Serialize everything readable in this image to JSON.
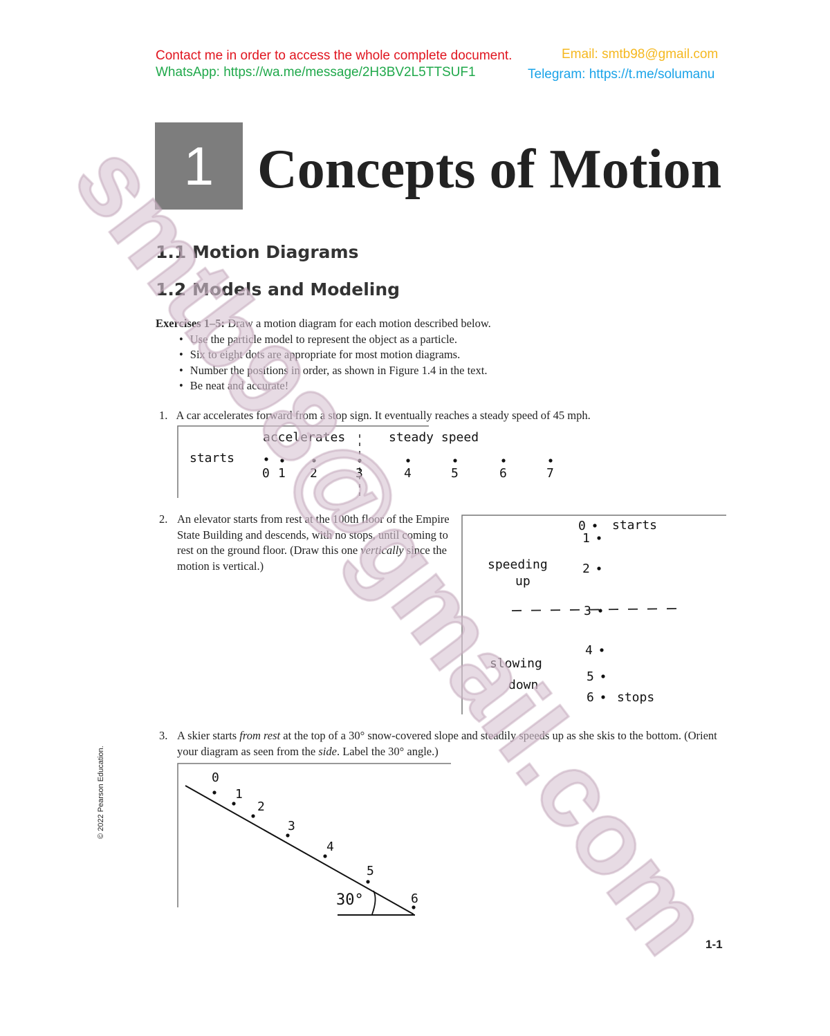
{
  "header": {
    "contact": "Contact me in order to access the whole complete document.",
    "email": "Email: smtb98@gmail.com",
    "whatsapp": "WhatsApp: https://wa.me/message/2H3BV2L5TTSUF1",
    "telegram": "Telegram: https://t.me/solumanu",
    "colors": {
      "contact": "#e0141e",
      "email": "#f5b820",
      "whatsapp": "#1fa84a",
      "telegram": "#1aa3e8"
    }
  },
  "watermark": "smtb98@gmail.com",
  "chapter": {
    "number": "1",
    "title": "Concepts of Motion"
  },
  "sections": [
    "1.1  Motion Diagrams",
    "1.2  Models and Modeling"
  ],
  "exercises": {
    "intro_bold": "Exercises 1–5:",
    "intro_text": " Draw a motion diagram for each motion described below.",
    "bullets": [
      "Use the particle model to represent the object as a particle.",
      "Six to eight dots are appropriate for most motion diagrams.",
      "Number the positions in order, as shown in Figure 1.4 in the text.",
      "Be neat and accurate!"
    ]
  },
  "problems": [
    {
      "number": "1.",
      "text": "A car accelerates forward from a stop sign. It eventually reaches a steady speed of 45 mph.",
      "sketch": {
        "labels": [
          "accelerates",
          "steady speed",
          "starts"
        ],
        "positions": [
          "0",
          "1",
          "2",
          "3",
          "4",
          "5",
          "6",
          "7"
        ]
      }
    },
    {
      "number": "2.",
      "text_a": "An elevator starts from rest at the 100th floor of the Empire State Building and descends, with no stops, until coming to rest on the ground floor. (Draw this one ",
      "text_em": "vertically",
      "text_b": " since the motion is vertical.)",
      "sketch": {
        "labels": [
          "starts",
          "speeding up",
          "slowing down",
          "stops"
        ],
        "positions": [
          "0",
          "1",
          "2",
          "3",
          "4",
          "5",
          "6"
        ]
      }
    },
    {
      "number": "3.",
      "text_a": "A skier starts ",
      "text_em1": "from rest",
      "text_b": " at the top of a 30° snow-covered slope and steadily speeds up as she skis to the bottom. (Orient your diagram as seen from the ",
      "text_em2": "side",
      "text_c": ". Label the 30° angle.)",
      "sketch": {
        "angle_label": "30°",
        "positions": [
          "0",
          "1",
          "2",
          "3",
          "4",
          "5",
          "6"
        ]
      }
    }
  ],
  "footer": {
    "copyright": "© 2022 Pearson Education.",
    "page_number": "1-1"
  }
}
